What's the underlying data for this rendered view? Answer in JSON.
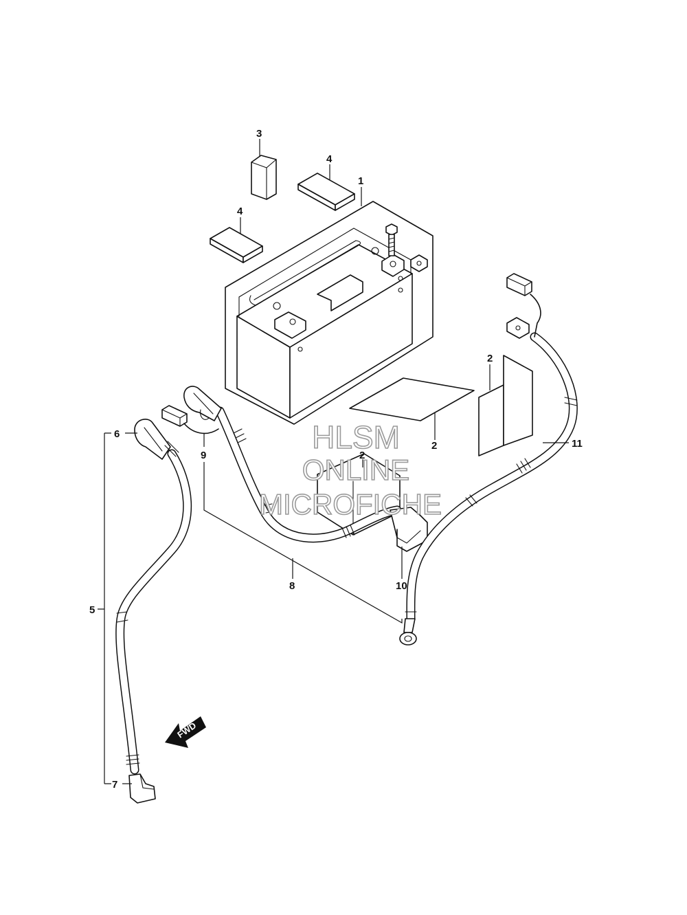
{
  "callouts": {
    "c1": "1",
    "c2a": "2",
    "c2b": "2",
    "c2c": "2",
    "c3": "3",
    "c4a": "4",
    "c4b": "4",
    "c5": "5",
    "c6": "6",
    "c7": "7",
    "c8": "8",
    "c9": "9",
    "c10": "10",
    "c11": "11"
  },
  "watermark": {
    "line1": "HLSM",
    "line2": "ONLINE",
    "line3": "MICROFICHE"
  },
  "fwd_label": "FWD",
  "colors": {
    "ink": "#111111",
    "background": "#ffffff",
    "watermark_stroke": "#9a9a9a"
  }
}
